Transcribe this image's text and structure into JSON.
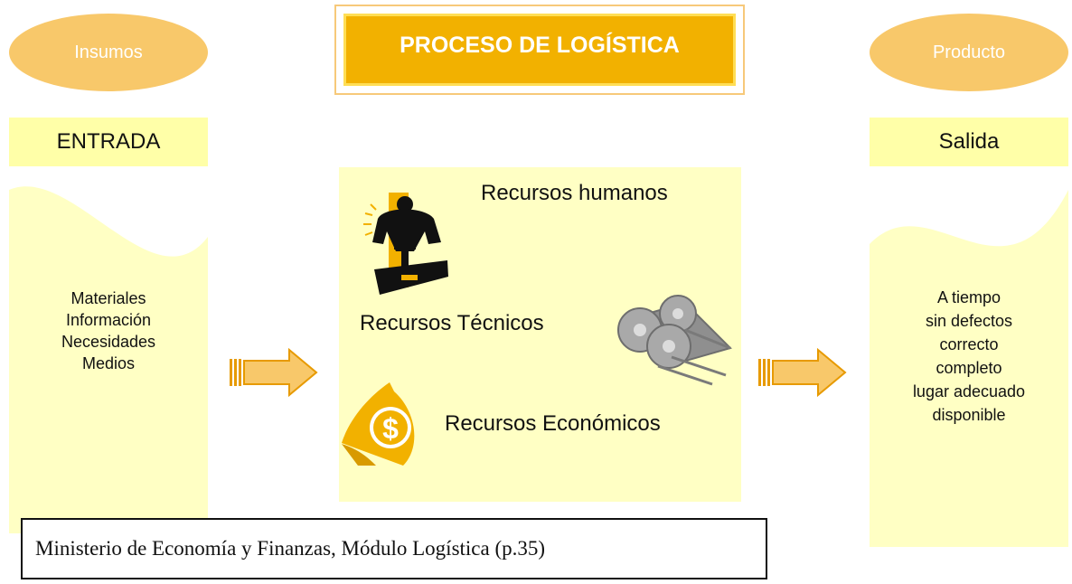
{
  "colors": {
    "accent": "#f8c86a",
    "title_fill": "#f2b100",
    "pale_yellow": "#ffffa8",
    "panel_yellow": "#ffffc4",
    "arrow_fill": "#f8c86a",
    "arrow_stroke": "#e79a00"
  },
  "title": "PROCESO DE LOGÍSTICA",
  "left": {
    "oval": "Insumos",
    "header": "ENTRADA",
    "items": [
      "Materiales",
      "Información",
      "Necesidades",
      "Medios"
    ]
  },
  "center": {
    "resources": [
      {
        "label": "Recursos humanos",
        "icon": "worker-icon"
      },
      {
        "label": "Recursos Técnicos",
        "icon": "gears-icon"
      },
      {
        "label": "Recursos Económicos",
        "icon": "dollar-icon"
      }
    ]
  },
  "right": {
    "oval": "Producto",
    "header": "Salida",
    "items": [
      "A tiempo",
      "sin defectos",
      "correcto",
      "completo",
      "lugar adecuado",
      "disponible"
    ]
  },
  "caption": "Ministerio de Economía y Finanzas, Módulo Logística (p.35)"
}
